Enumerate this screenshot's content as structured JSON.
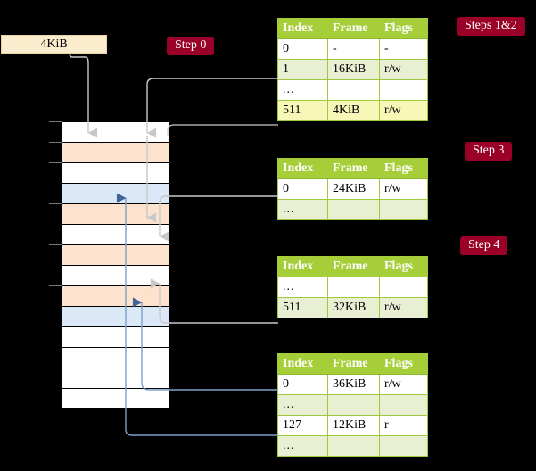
{
  "labels": {
    "request_box": "4KiB",
    "step0": "Step 0",
    "steps12": "Steps 1&2",
    "step3": "Step 3",
    "step4": "Step 4"
  },
  "columns": {
    "index": "Index",
    "frame": "Frame",
    "flags": "Flags"
  },
  "tables": [
    {
      "name": "level4-table",
      "rows": [
        {
          "index": "0",
          "frame": "-",
          "flags": "-",
          "style": "plain"
        },
        {
          "index": "1",
          "frame": "16KiB",
          "flags": "r/w",
          "style": "alt"
        },
        {
          "index": "...",
          "frame": "",
          "flags": "",
          "style": "plain"
        },
        {
          "index": "511",
          "frame": "4KiB",
          "flags": "r/w",
          "style": "hl"
        }
      ]
    },
    {
      "name": "level3-table",
      "rows": [
        {
          "index": "0",
          "frame": "24KiB",
          "flags": "r/w",
          "style": "plain"
        },
        {
          "index": "...",
          "frame": "",
          "flags": "",
          "style": "alt"
        }
      ]
    },
    {
      "name": "level2-table",
      "rows": [
        {
          "index": "...",
          "frame": "",
          "flags": "",
          "style": "plain"
        },
        {
          "index": "511",
          "frame": "32KiB",
          "flags": "r/w",
          "style": "alt"
        }
      ]
    },
    {
      "name": "level1-table",
      "rows": [
        {
          "index": "0",
          "frame": "36KiB",
          "flags": "r/w",
          "style": "plain"
        },
        {
          "index": "...",
          "frame": "",
          "flags": "",
          "style": "alt"
        },
        {
          "index": "127",
          "frame": "12KiB",
          "flags": "r",
          "style": "plain"
        },
        {
          "index": "...",
          "frame": "",
          "flags": "",
          "style": "alt"
        }
      ]
    }
  ],
  "memory": {
    "name": "physical-memory-column",
    "rows": [
      {
        "fill": "white"
      },
      {
        "fill": "orange"
      },
      {
        "fill": "white"
      },
      {
        "fill": "blue"
      },
      {
        "fill": "orange"
      },
      {
        "fill": "white"
      },
      {
        "fill": "orange"
      },
      {
        "fill": "white"
      },
      {
        "fill": "orange"
      },
      {
        "fill": "blue"
      },
      {
        "fill": "white"
      },
      {
        "fill": "white"
      },
      {
        "fill": "white"
      },
      {
        "fill": "white"
      }
    ]
  },
  "colors": {
    "badge": "#9b0028",
    "table_header": "#a6ce39",
    "table_alt_row": "#e9efd3",
    "table_highlight_row": "#f7f7b8",
    "request_box": "#faeccc",
    "memory_orange": "#fde3ce",
    "memory_blue": "#dbe8f7",
    "wire_grey": "#c8c8c8",
    "wire_blue": "#7d9fc9",
    "background": "#000000"
  }
}
